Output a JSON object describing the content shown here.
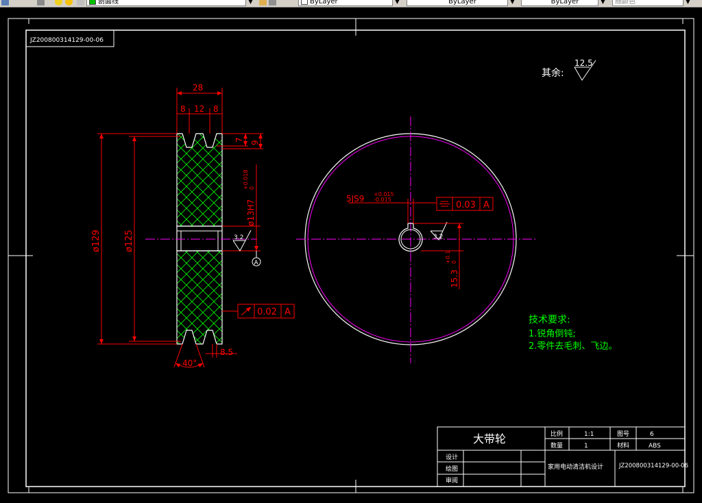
{
  "toolbar": {
    "layer_name": "剖面线",
    "color_value": "ByLayer",
    "linetype_value": "ByLayer",
    "lineweight_value": "ByLayer",
    "plotstyle_value": "随颜色"
  },
  "drawing": {
    "doc_code_top": "JZ200800314129-00-06",
    "roughness_label": "其余:",
    "roughness_value": "12.5",
    "dims": {
      "width_total": "28",
      "groove_left": "8",
      "groove_mid": "12",
      "groove_right": "8",
      "groove_depth": "7",
      "groove_depth2": "9",
      "dia_outer": "ø129",
      "dia_pitch": "ø125",
      "bore": "ø13H7",
      "bore_tol_upper": "+0.018",
      "bore_tol_lower": "0",
      "bore_roughness": "3.2",
      "datum": "A",
      "runout_value": "0.02",
      "runout_datum": "A",
      "groove_angle": "40°",
      "groove_bottom": "8.5",
      "keyway": "5JS9",
      "keyway_tol_upper": "+0.015",
      "keyway_tol_lower": "-0.015",
      "sym_value": "0.03",
      "sym_datum": "A",
      "keyway_roughness": "3.2",
      "key_depth": "15.3",
      "key_depth_tol_upper": "+0.1",
      "key_depth_tol_lower": "0"
    },
    "tech_req": {
      "title": "技术要求:",
      "item1": "1.锐角倒钝;",
      "item2": "2.零件去毛刺、飞边。"
    },
    "title_block": {
      "part_name": "大带轮",
      "scale_label": "比例",
      "scale_value": "1:1",
      "drawing_no_label": "图号",
      "drawing_no_value": "6",
      "qty_label": "数量",
      "qty_value": "1",
      "material_label": "材料",
      "material_value": "ABS",
      "design_label": "设计",
      "draw_label": "绘图",
      "review_label": "审阅",
      "project": "家用电动清洁机设计",
      "doc_code": "JZ200800314129-00-06"
    }
  },
  "colors": {
    "background": "#000000",
    "line_white": "#ffffff",
    "dim_red": "#ff0000",
    "center_magenta": "#ff00ff",
    "hatch_green": "#00ff00",
    "text_green": "#00ff00"
  }
}
